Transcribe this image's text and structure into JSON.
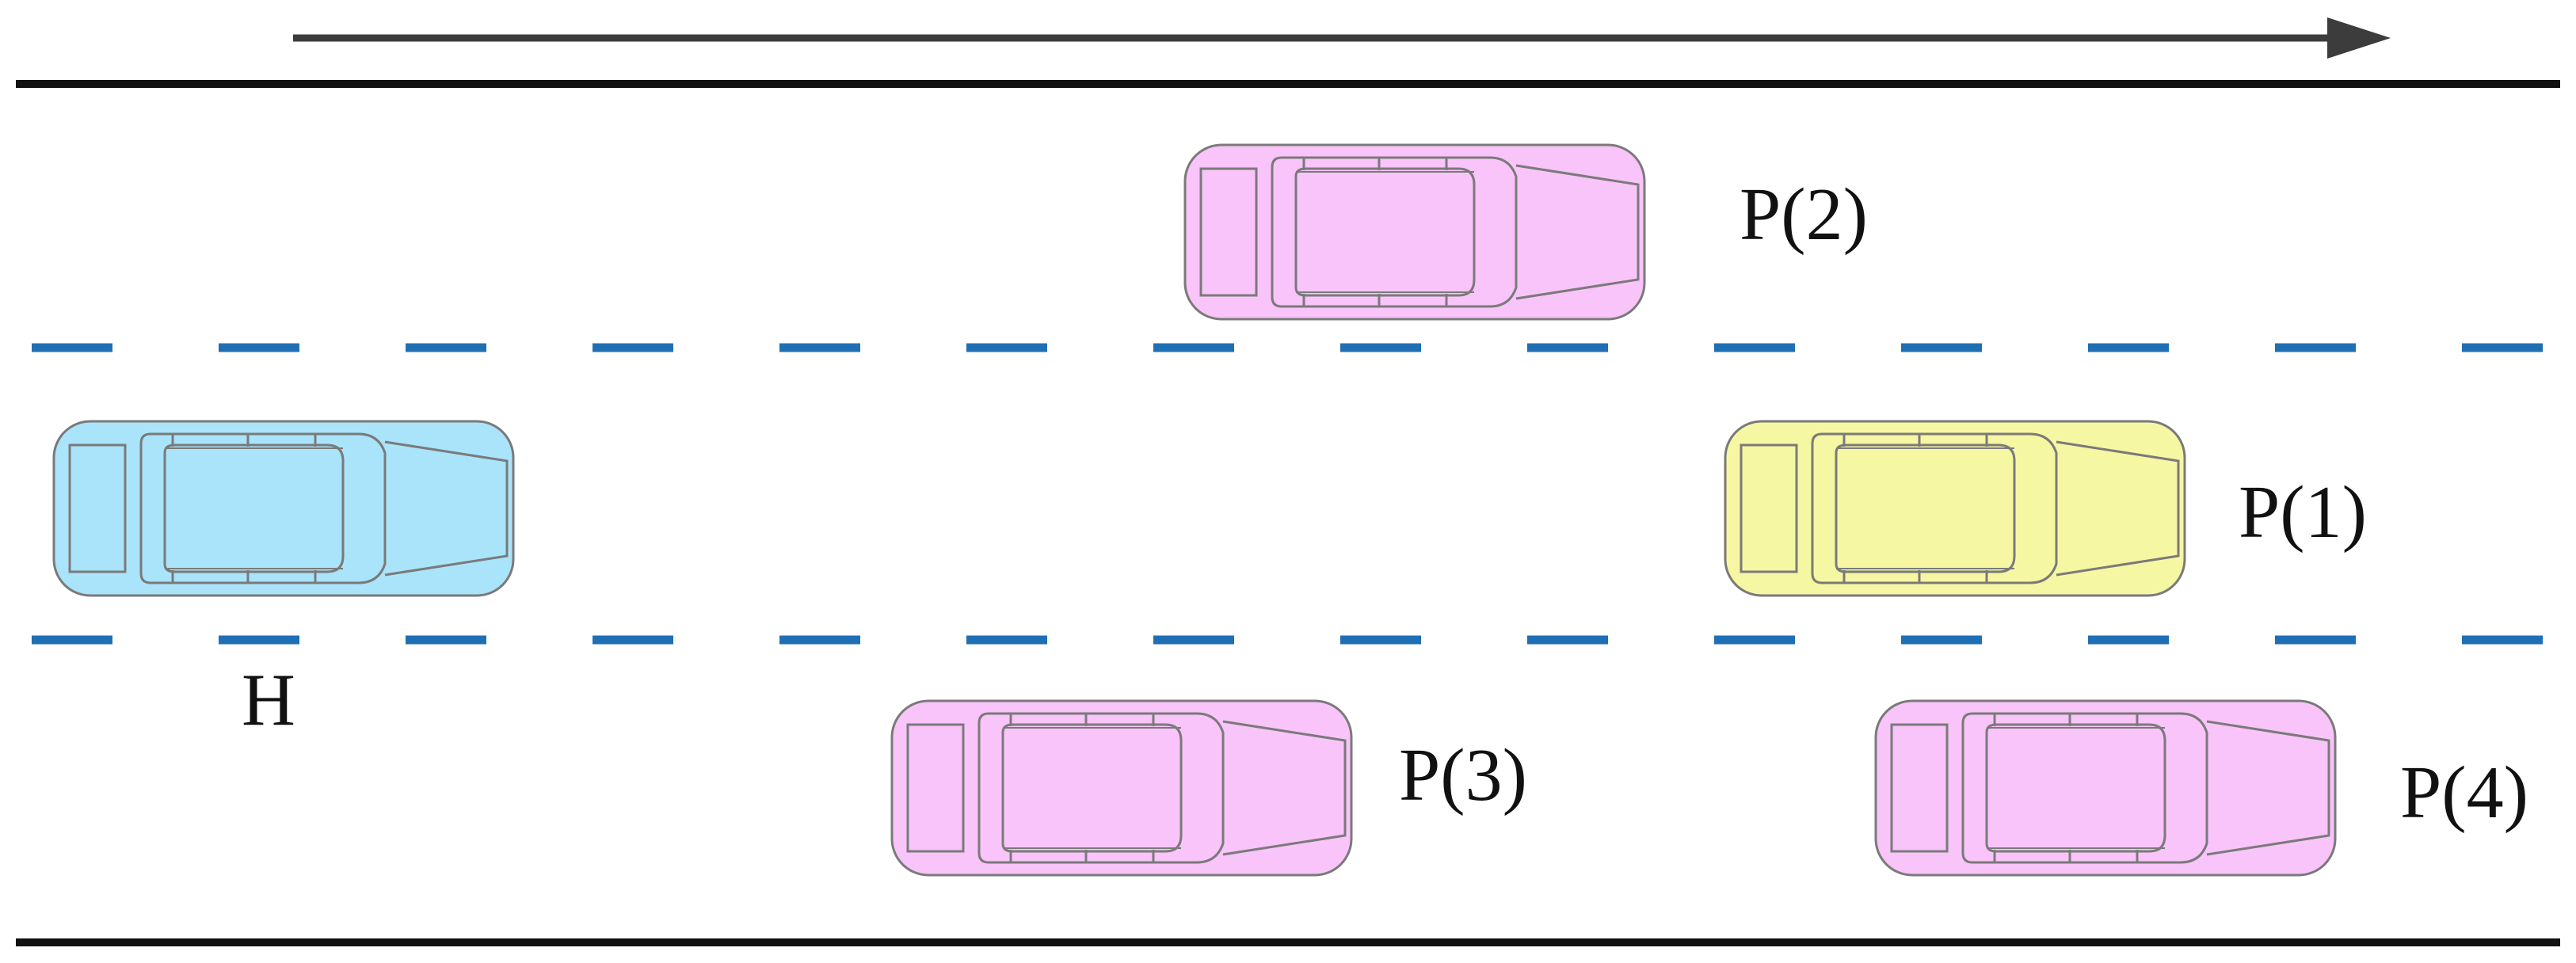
{
  "colors": {
    "road_edge": "#111111",
    "lane_divider": "#1f6fb5",
    "direction_arrow": "#3c3c3c",
    "car_outline": "#7a7a7a",
    "host_car_fill": "#a9e4fb",
    "lead_car_fill": "#f6f7a3",
    "other_car_fill": "#f9c4f9"
  },
  "road": {
    "lanes": 3,
    "lane_divider_style": "dashed",
    "direction": "left-to-right",
    "direction_arrow_icon": "right-arrow-icon"
  },
  "cars": {
    "host": {
      "label": "H",
      "lane": "middle",
      "fill_key": "host_car_fill"
    },
    "p1": {
      "label": "P(1)",
      "lane": "middle",
      "fill_key": "lead_car_fill"
    },
    "p2": {
      "label": "P(2)",
      "lane": "top",
      "fill_key": "other_car_fill"
    },
    "p3": {
      "label": "P(3)",
      "lane": "bottom",
      "fill_key": "other_car_fill"
    },
    "p4": {
      "label": "P(4)",
      "lane": "bottom",
      "fill_key": "other_car_fill"
    }
  }
}
